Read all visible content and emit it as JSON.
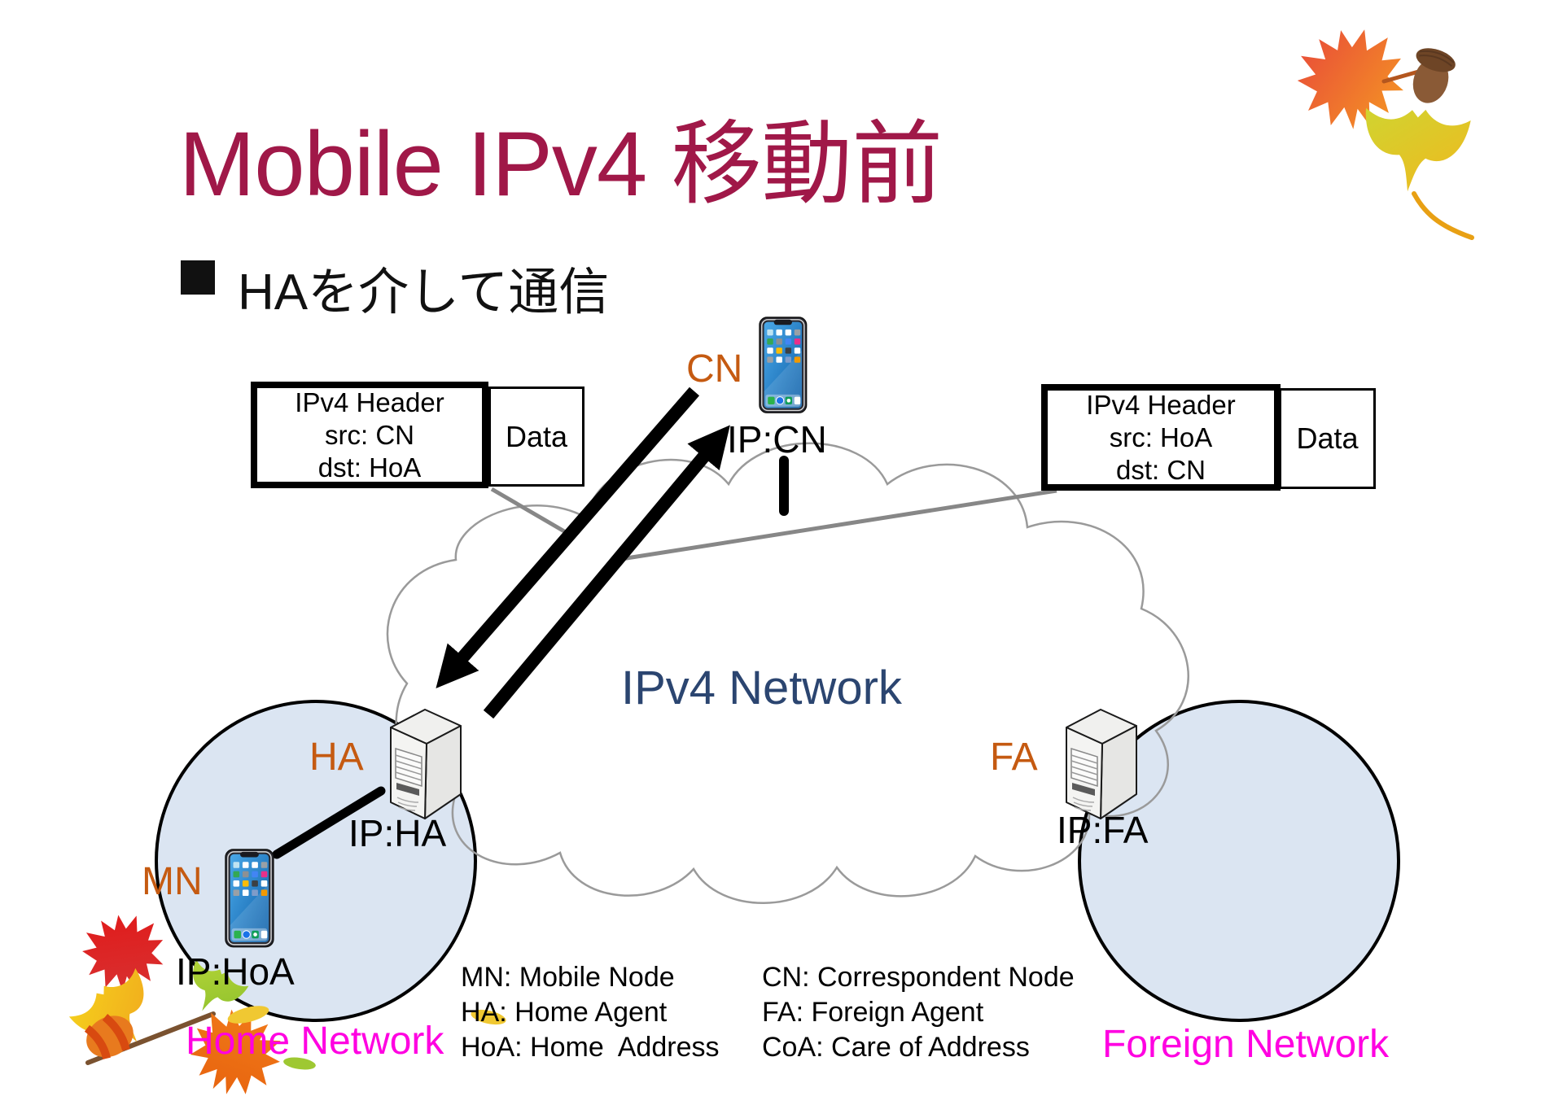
{
  "slide": {
    "title": "Mobile IPv4 移動前",
    "bullet_text": "HAを介して通信"
  },
  "packet_left": {
    "line1": "IPv4 Header",
    "line2": "src: CN",
    "line3": "dst: HoA",
    "data_label": "Data"
  },
  "packet_right": {
    "line1": "IPv4 Header",
    "line2": "src: HoA",
    "line3": "dst: CN",
    "data_label": "Data"
  },
  "cloud": {
    "label": "IPv4 Network"
  },
  "nodes": {
    "cn": {
      "name": "CN",
      "ip": "IP:CN"
    },
    "ha": {
      "name": "HA",
      "ip": "IP:HA"
    },
    "fa": {
      "name": "FA",
      "ip": "IP:FA"
    },
    "mn": {
      "name": "MN",
      "ip": "IP:HoA"
    }
  },
  "networks": {
    "home": "Home Network",
    "foreign": "Foreign Network"
  },
  "legend": {
    "left": [
      "MN: Mobile Node",
      "HA: Home Agent",
      "HoA: Home  Address"
    ],
    "right": [
      "CN: Correspondent Node",
      "FA: Foreign Agent",
      "CoA: Care of Address"
    ]
  },
  "colors": {
    "title": "#A01848",
    "node_label": "#C55A11",
    "network_label": "#FF00E1",
    "cloud_label": "#2B4570",
    "network_fill": "#DBE5F2",
    "arrow": "#000000",
    "leader_line": "#878787"
  }
}
